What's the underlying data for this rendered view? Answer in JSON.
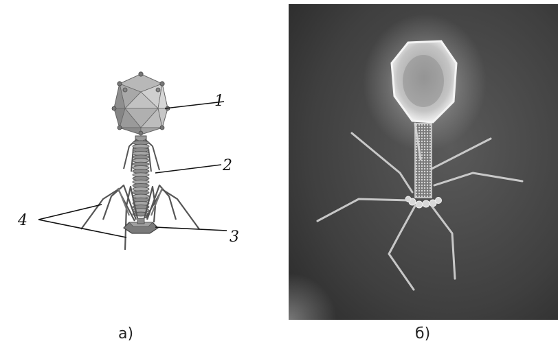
{
  "panel_a": {
    "labels": {
      "head": "1",
      "tail": "2",
      "baseplate": "3",
      "fibers": "4"
    },
    "caption": "а)"
  },
  "panel_b": {
    "caption": "б)"
  },
  "colors": {
    "capsid_light": "#c9c9c9",
    "capsid_mid": "#a4a4a4",
    "capsid_dark": "#7c7c7c",
    "micrograph_bg": "#4a4a4a",
    "micrograph_glow": "#e8e8e8"
  }
}
